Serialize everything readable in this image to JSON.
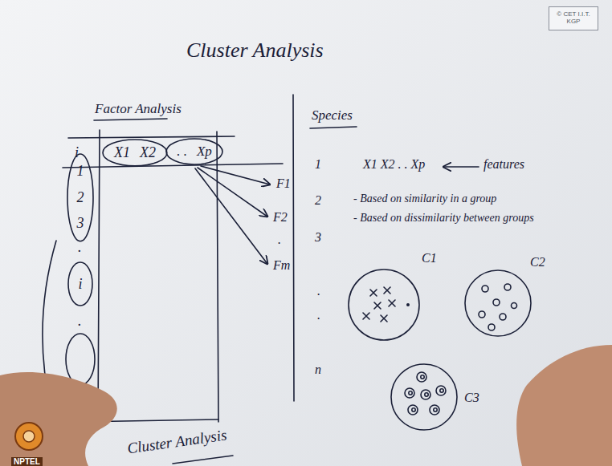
{
  "diagram": {
    "title": "Cluster Analysis",
    "nodes": [
      {
        "text": [
          "© CET I.I.T. KGP"
        ]
      },
      {
        "text": [
          "X1",
          "X2"
        ]
      },
      {
        "text": [
          ". .",
          "Xp"
        ]
      },
      {
        "text": [
          "1",
          "2",
          "3"
        ]
      },
      {
        "text": [
          "i"
        ]
      },
      {
        "text": [
          "C1"
        ]
      },
      {
        "text": [
          "C2"
        ]
      },
      {
        "text": [
          "C3"
        ]
      }
    ],
    "labels": [
      "Factor Analysis",
      "i",
      "F1",
      "F2",
      ".",
      "Fm",
      ".",
      ".",
      "Cluster Analysis",
      "Species",
      "1",
      "2",
      "3",
      ".",
      ".",
      "n",
      "X1 X2 . . Xp",
      "features",
      "- Based on similarity in a group",
      "- Based on dissimilarity between groups",
      "NPTEL"
    ]
  }
}
